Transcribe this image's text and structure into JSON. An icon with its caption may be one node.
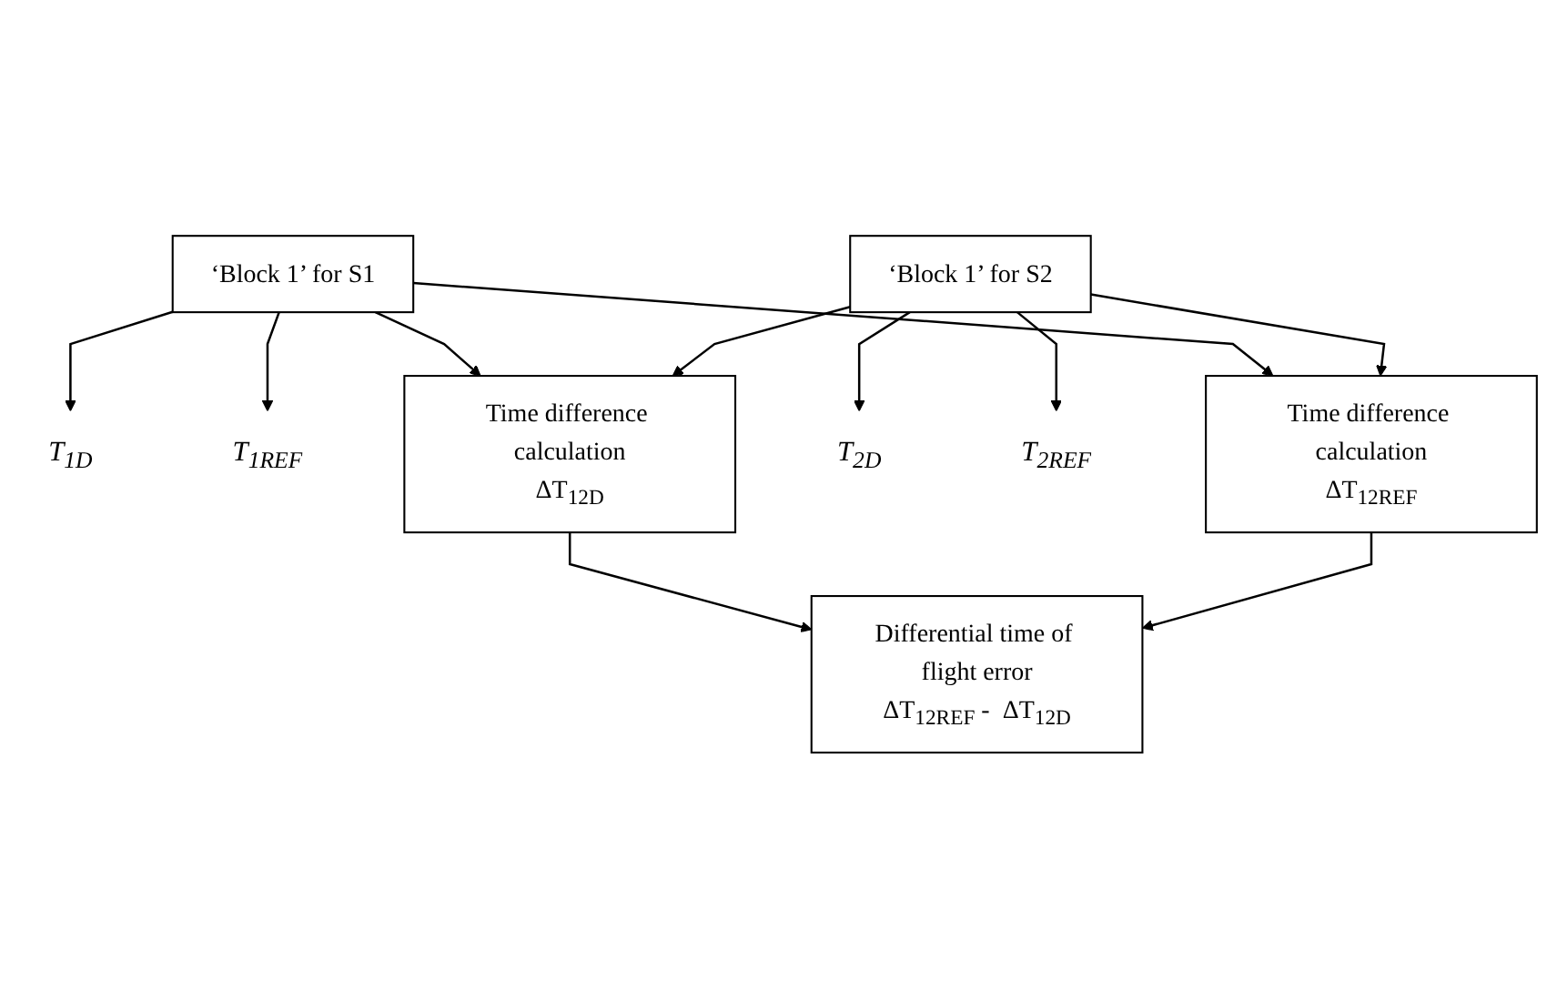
{
  "diagram": {
    "nodes": [
      {
        "text": [
          "‘Block 1’ for S1"
        ]
      },
      {
        "text": [
          "‘Block 1’ for S2"
        ]
      },
      {
        "text": [
          "T$_{1D}$"
        ]
      },
      {
        "text": [
          "T$_{1REF}$"
        ]
      },
      {
        "text": [
          "Time difference calculation",
          "ΔT$_{12D}$"
        ]
      },
      {
        "text": [
          "T$_{2D}$"
        ]
      },
      {
        "text": [
          "T$_{2REF}$"
        ]
      },
      {
        "text": [
          "Time difference calculation",
          "ΔT$_{12REF}$"
        ]
      },
      {
        "text": [
          "Differential time of flight error",
          "ΔT$_{12REF}$ -  ΔT$_{12D}$"
        ]
      }
    ],
    "edges": [
      {
        "from": 0,
        "to": 2,
        "arrow": "to"
      },
      {
        "from": 0,
        "to": 4,
        "arrow": "to"
      },
      {
        "from": 0,
        "to": 3,
        "arrow": "to"
      },
      {
        "from": 0,
        "to": 7,
        "arrow": "to"
      },
      {
        "from": 1,
        "to": 4,
        "arrow": "to"
      },
      {
        "from": 1,
        "to": 5,
        "arrow": "to"
      },
      {
        "from": 1,
        "to": 6,
        "arrow": "to"
      },
      {
        "from": 1,
        "to": 7,
        "arrow": "to"
      },
      {
        "from": 4,
        "to": 8,
        "arrow": "to"
      },
      {
        "from": 7,
        "to": 8,
        "arrow": "to"
      }
    ]
  }
}
